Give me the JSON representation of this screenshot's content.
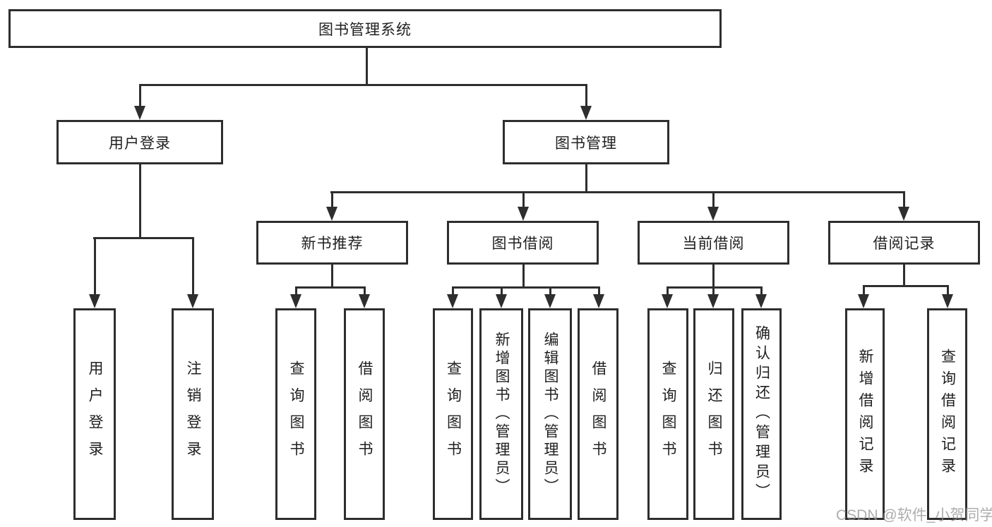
{
  "diagram": {
    "type": "hierarchy-tree",
    "title": "图书管理系统",
    "watermark": "CSDN @软件_小贺同学",
    "colors": {
      "line": "#2e2e2e",
      "box_border": "#2e2e2e",
      "background": "#ffffff",
      "watermark": "#919191"
    },
    "nodes": {
      "root": "图书管理系统",
      "user_login_group": "用户登录",
      "book_mgmt": "图书管理",
      "new_book_rec": "新书推荐",
      "book_borrow": "图书借阅",
      "current_borrow": "当前借阅",
      "borrow_records": "借阅记录",
      "user_login": "用户登录",
      "logout": "注销登录",
      "nb_query": "查询图书",
      "nb_borrow": "借阅图书",
      "bb_query": "查询图书",
      "bb_add": "新增图书（管理员）",
      "bb_edit": "编辑图书（管理员）",
      "bb_borrow": "借阅图书",
      "cb_query": "查询图书",
      "cb_return": "归还图书",
      "cb_confirm": "确认归还（管理员）",
      "br_add": "新增借阅记录",
      "br_query": "查询借阅记录"
    },
    "hierarchy": {
      "图书管理系统": {
        "用户登录": [
          "用户登录",
          "注销登录"
        ],
        "图书管理": {
          "新书推荐": [
            "查询图书",
            "借阅图书"
          ],
          "图书借阅": [
            "查询图书",
            "新增图书（管理员）",
            "编辑图书（管理员）",
            "借阅图书"
          ],
          "当前借阅": [
            "查询图书",
            "归还图书",
            "确认归还（管理员）"
          ],
          "借阅记录": [
            "新增借阅记录",
            "查询借阅记录"
          ]
        }
      }
    }
  }
}
